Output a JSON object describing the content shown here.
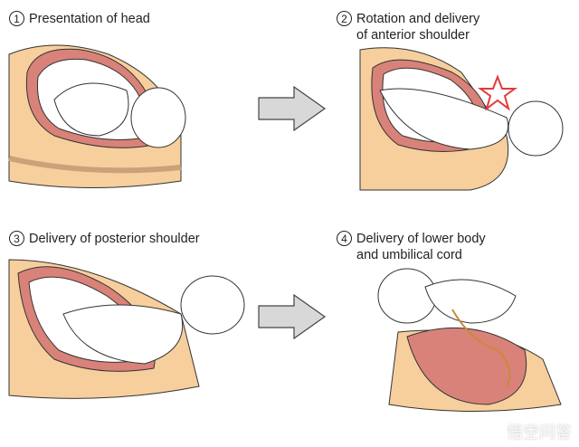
{
  "panels": [
    {
      "number": "1",
      "caption": "Presentation of head"
    },
    {
      "number": "2",
      "caption": "Rotation and delivery\nof anterior shoulder"
    },
    {
      "number": "3",
      "caption": "Delivery of posterior shoulder"
    },
    {
      "number": "4",
      "caption": "Delivery of lower body\nand umbilical cord"
    }
  ],
  "watermark": "悟空问答",
  "colors": {
    "uterus": "#d98279",
    "uterus_inner": "#e9a79c",
    "skin": "#f3d3c4",
    "spine": "#f6cf9d",
    "arrow": "#d8d8d8",
    "star": "#e23b3b"
  }
}
